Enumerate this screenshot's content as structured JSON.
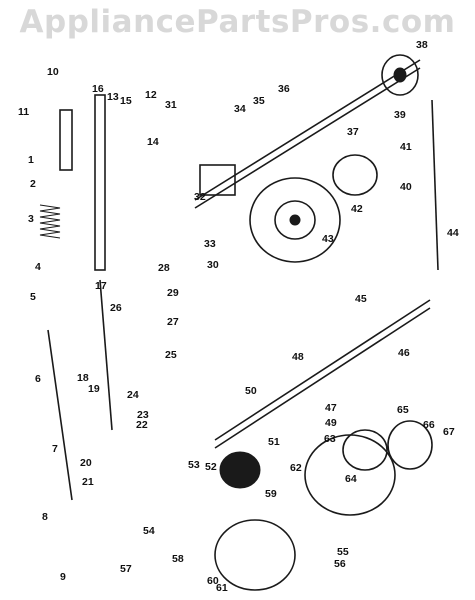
{
  "watermark": "AppliancePartsPros.com",
  "callouts": [
    "1",
    "2",
    "3",
    "4",
    "5",
    "6",
    "7",
    "8",
    "9",
    "10",
    "11",
    "12",
    "13",
    "14",
    "15",
    "16",
    "17",
    "18",
    "19",
    "20",
    "21",
    "22",
    "23",
    "24",
    "25",
    "26",
    "27",
    "28",
    "29",
    "30",
    "31",
    "32",
    "33",
    "34",
    "35",
    "36",
    "37",
    "38",
    "39",
    "40",
    "41",
    "42",
    "43",
    "44",
    "45",
    "46",
    "47",
    "48",
    "49",
    "50",
    "51",
    "52",
    "53",
    "54",
    "55",
    "56",
    "57",
    "58",
    "59",
    "60",
    "61",
    "62",
    "63",
    "64",
    "65",
    "66",
    "67"
  ],
  "colors": {
    "ink": "#1a1a1a",
    "watermark": "#d8d8d8",
    "background": "#ffffff"
  }
}
